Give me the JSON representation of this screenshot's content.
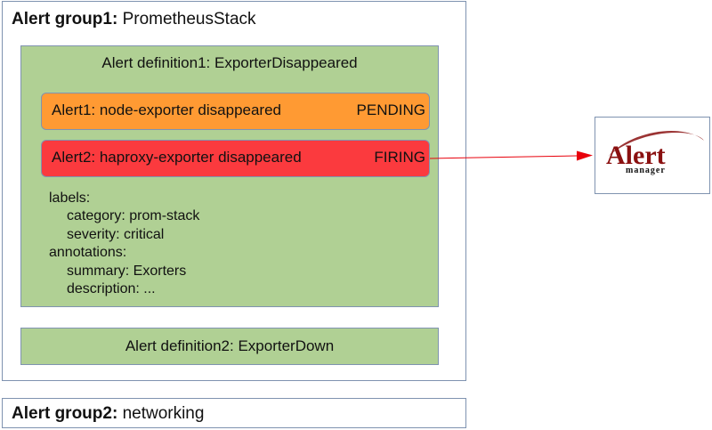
{
  "group1": {
    "label": "Alert group1:",
    "name": "PrometheusStack",
    "definition1": {
      "title": "Alert definition1: ExporterDisappeared",
      "alerts": [
        {
          "name": "Alert1: node-exporter disappeared",
          "state": "PENDING",
          "color": "#ff9a33"
        },
        {
          "name": "Alert2: haproxy-exporter disappeared",
          "state": "FIRING",
          "color": "#fb3a3e"
        }
      ],
      "labels_heading": "labels:",
      "label_items": [
        "category: prom-stack",
        "severity: critical"
      ],
      "annotations_heading": "annotations:",
      "annotation_items": [
        "summary: Exorters",
        "description: ..."
      ]
    },
    "definition2": {
      "title": "Alert definition2: ExporterDown"
    }
  },
  "group2": {
    "label": "Alert group2:",
    "name": "networking"
  },
  "alertmanager": {
    "logo_text_top": "Alert",
    "logo_text_bottom": "manager",
    "logo_color": "#8a1010"
  },
  "colors": {
    "definition_fill": "#b0d094",
    "border": "#7f93b0",
    "arrow": "#e8000b"
  }
}
